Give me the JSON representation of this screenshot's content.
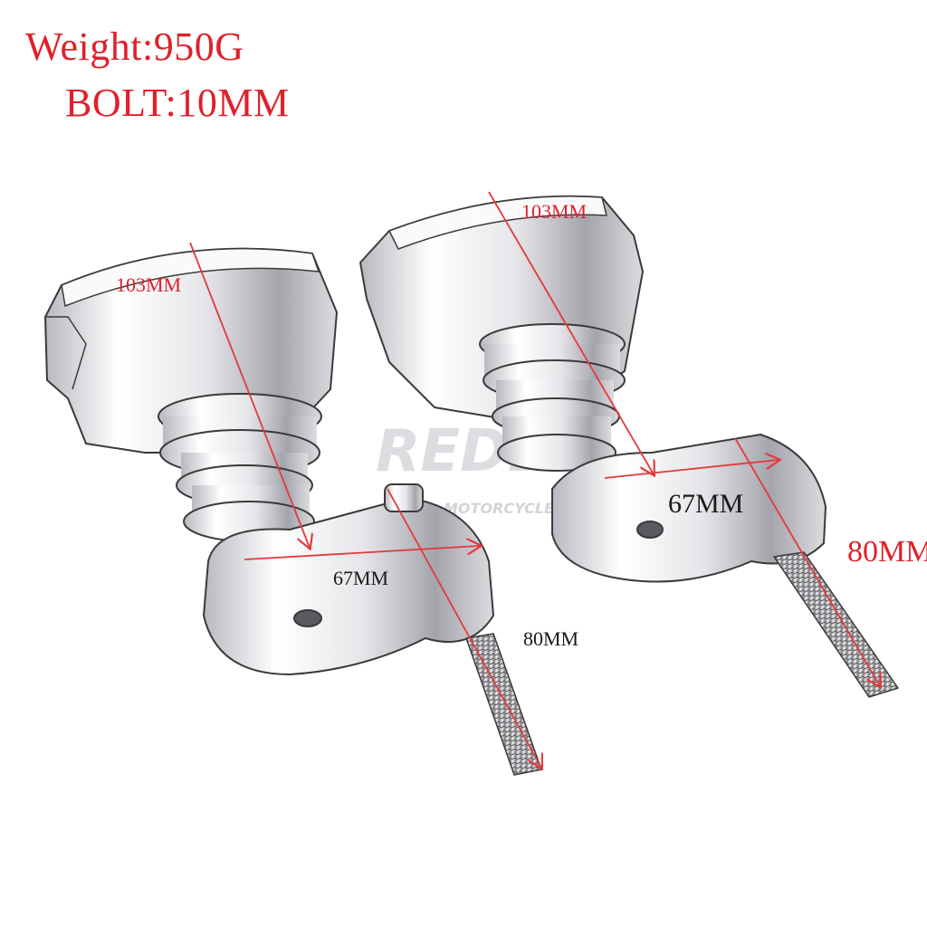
{
  "specs": {
    "weight": "Weight:950G",
    "bolt": "BOLT:10MM"
  },
  "dimensions": {
    "height": "103MM",
    "width": "67MM",
    "bolt_length": "80MM"
  },
  "watermark": {
    "brand": "REDDY",
    "tagline": "MOTORCYCLE PARTS"
  },
  "colors": {
    "text_accent": "#e0202a",
    "arrow": "#e23a3a",
    "outline": "#3a3a3a",
    "metal_light": "#f4f4f6",
    "metal_dark": "#9a9aa2",
    "watermark": "#d9d9de",
    "background": "#ffffff"
  }
}
